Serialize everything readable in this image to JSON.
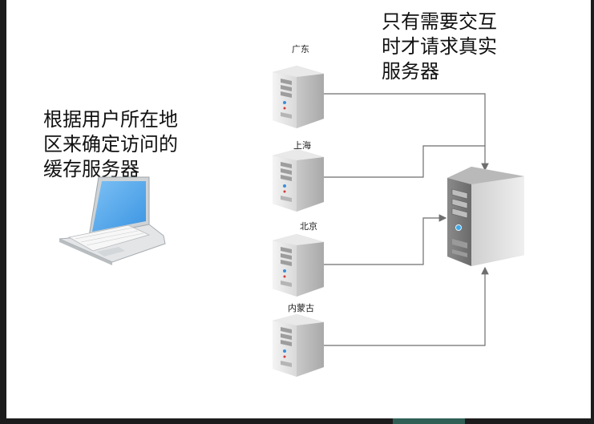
{
  "captions": {
    "left_lines": [
      "根据用户所在地",
      "区来确定访问的",
      "缓存服务器"
    ],
    "top_lines": [
      "只有需要交互",
      "时才请求真实",
      "服务器"
    ]
  },
  "servers": [
    {
      "label": "广东"
    },
    {
      "label": "上海"
    },
    {
      "label": "北京"
    },
    {
      "label": "内蒙古"
    }
  ],
  "colors": {
    "line": "#6e6e6e",
    "server_body": "#d8d8d8",
    "main_server": "#777777",
    "laptop_screen": "#56a9ec"
  }
}
